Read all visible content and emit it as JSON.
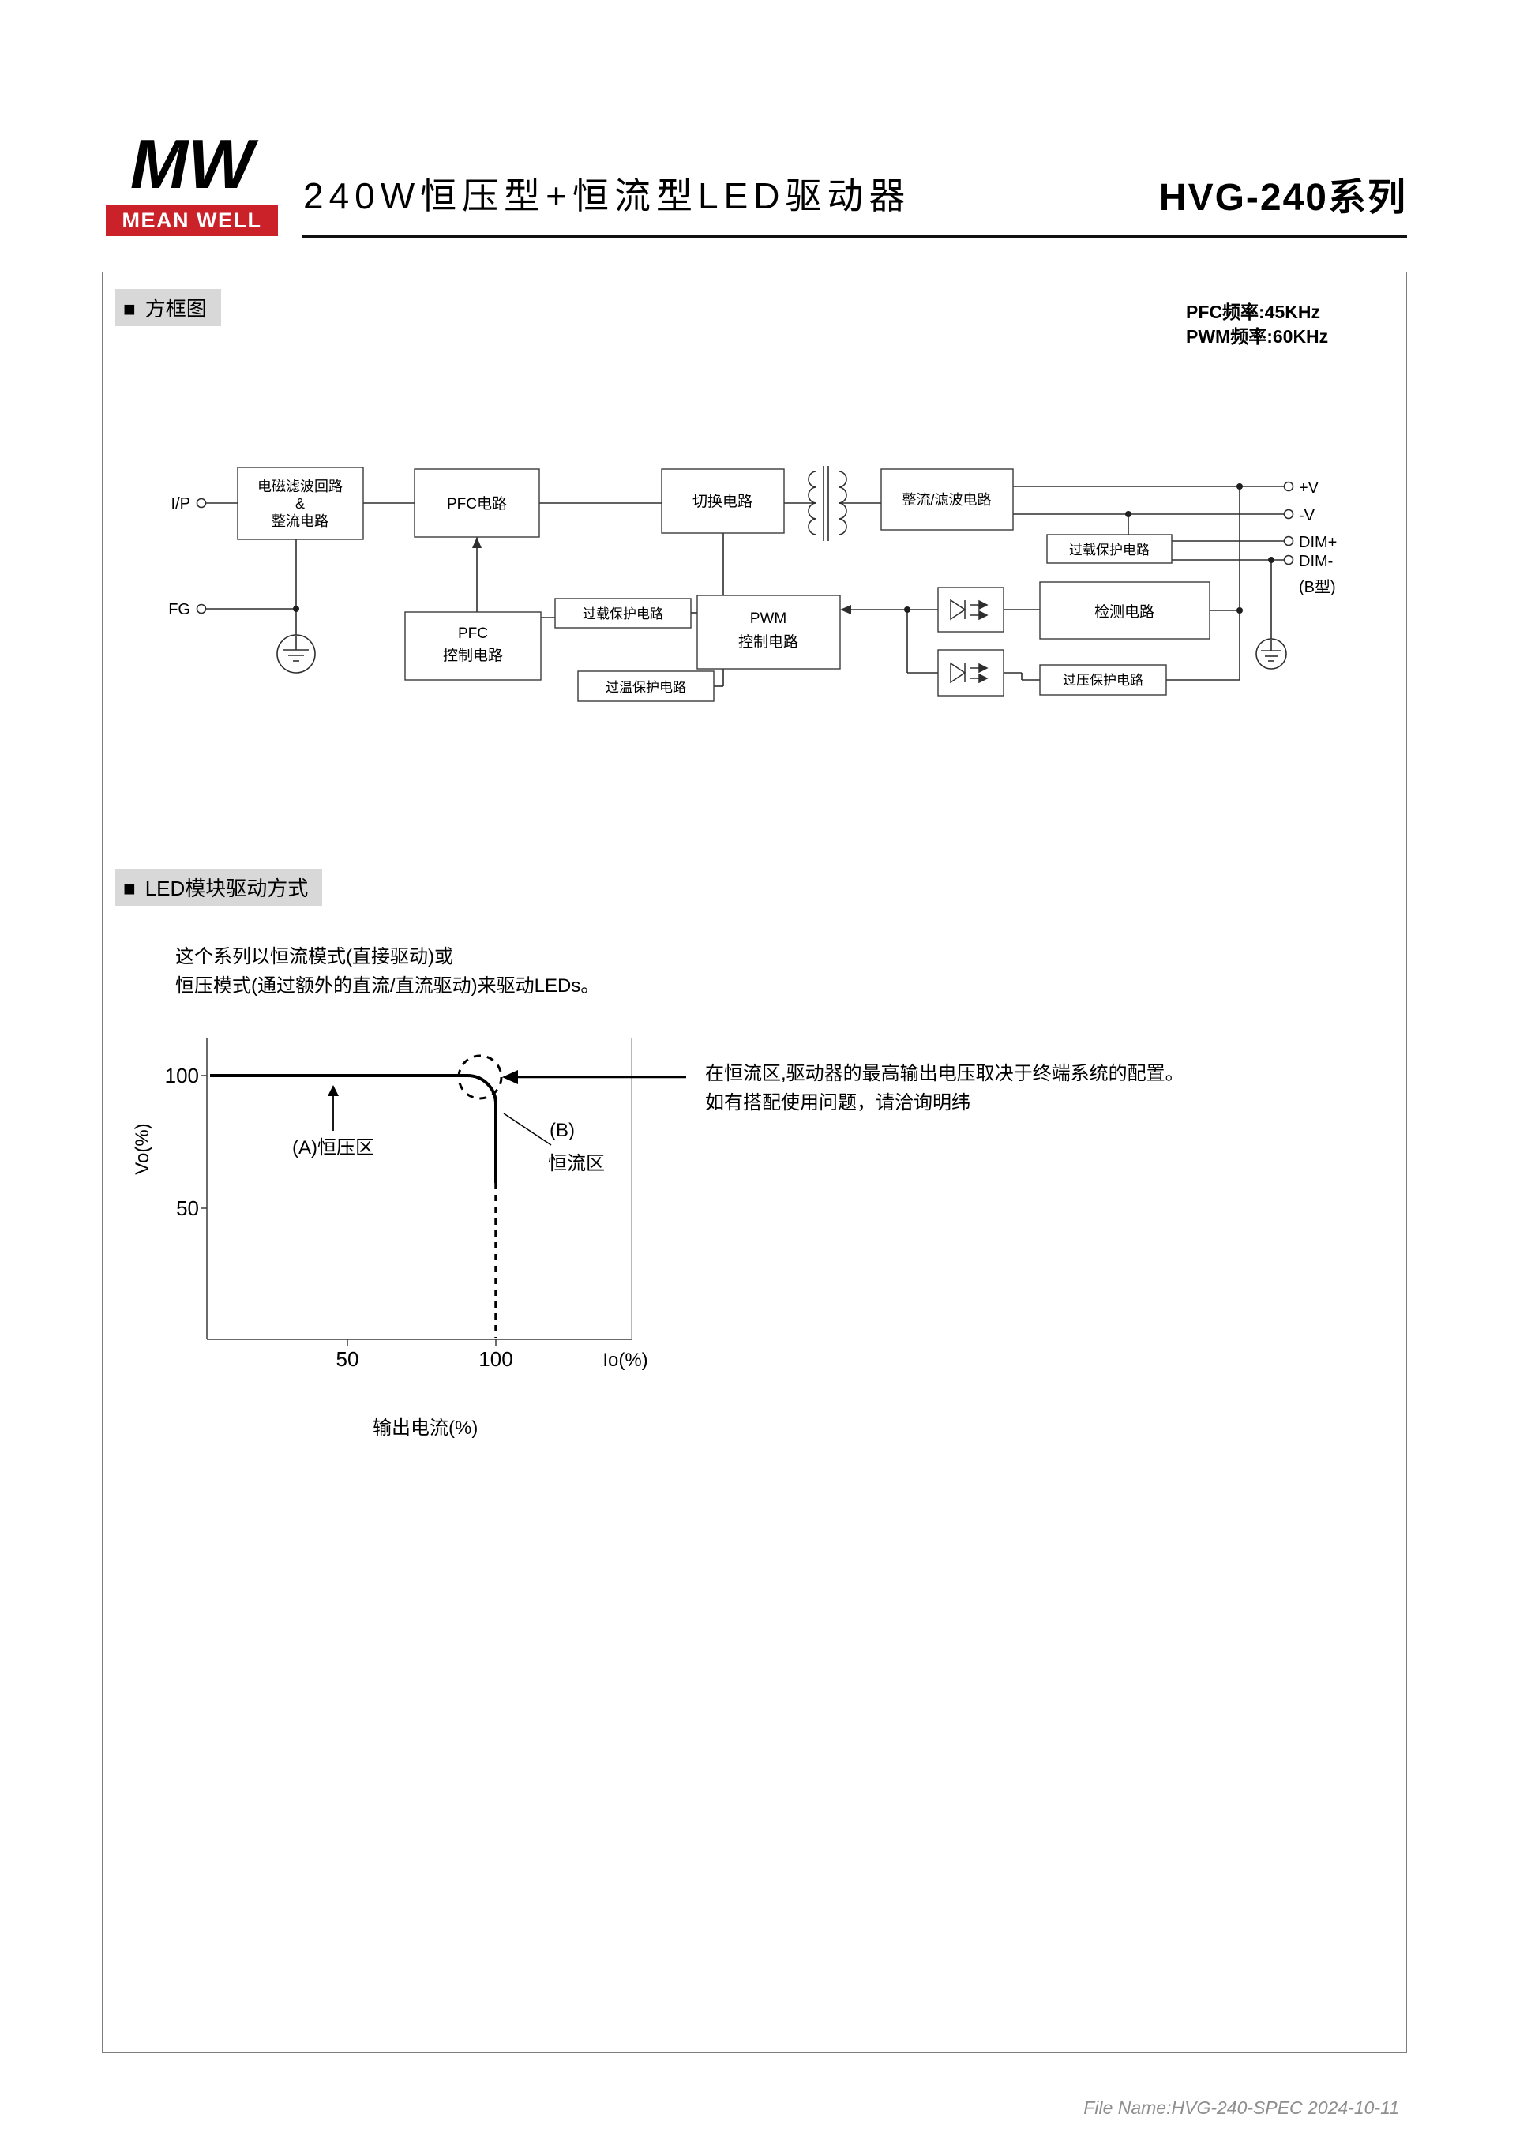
{
  "page": {
    "title": "240W恒压型+恒流型LED驱动器",
    "series": "HVG-240系列",
    "logo": {
      "mark": "MW",
      "name": "MEAN WELL"
    },
    "footer": "File Name:HVG-240-SPEC  2024-10-11"
  },
  "block_diagram": {
    "bullet": "■",
    "title": "方框图",
    "pfc_freq": "PFC频率:45KHz",
    "pwm_freq": "PWM频率:60KHz",
    "terminals": {
      "input": "I/P",
      "fg": "FG",
      "v_plus": "+V",
      "v_minus": "-V",
      "dim_plus": "DIM+",
      "dim_minus": "DIM-",
      "b_type": "(B型)"
    },
    "blocks": {
      "emi_line1": "电磁滤波回路",
      "emi_line2": "&",
      "emi_line3": "整流电路",
      "pfc": "PFC电路",
      "switching": "切换电路",
      "rectifier_filter": "整流/滤波电路",
      "overload_dim": "过载保护电路",
      "pfc_ctrl_line1": "PFC",
      "pfc_ctrl_line2": "控制电路",
      "overload": "过载保护电路",
      "pwm_line1": "PWM",
      "pwm_line2": "控制电路",
      "otp": "过温保护电路",
      "detection": "检测电路",
      "ovp": "过压保护电路"
    }
  },
  "led_drive": {
    "bullet": "■",
    "title": "LED模块驱动方式",
    "desc_line1": "这个系列以恒流模式(直接驱动)或",
    "desc_line2": "恒压模式(通过额外的直流/直流驱动)来驱动LEDs。",
    "note_line1": "在恒流区,驱动器的最高输出电压取决于终端系统的配置。",
    "note_line2": "如有搭配使用问题，请洽询明纬",
    "x_axis_title": "输出电流(%)"
  },
  "chart_data": {
    "type": "line",
    "title": "",
    "xlabel": "输出电流(%)",
    "ylabel": "Vo(%)",
    "x_axis_unit": "Io(%)",
    "x_ticks": [
      "50",
      "100"
    ],
    "y_ticks": [
      "100",
      "50"
    ],
    "xlim": [
      0,
      140
    ],
    "ylim": [
      0,
      115
    ],
    "grid": false,
    "legend": "none",
    "annotations": {
      "region_a": "(A)恒压区",
      "region_b_line1": "(B)",
      "region_b_line2": "恒流区"
    },
    "series": [
      {
        "name": "(A)恒压区",
        "style": "solid",
        "points": [
          [
            0,
            100
          ],
          [
            100,
            100
          ]
        ]
      },
      {
        "name": "(B)恒流区",
        "style": "dashed",
        "points": [
          [
            100,
            100
          ],
          [
            100,
            0
          ]
        ]
      }
    ]
  },
  "colors": {
    "brand_red": "#cb2128",
    "section_bg": "#d8d8d8",
    "footer_gray": "#8e8e8e"
  }
}
